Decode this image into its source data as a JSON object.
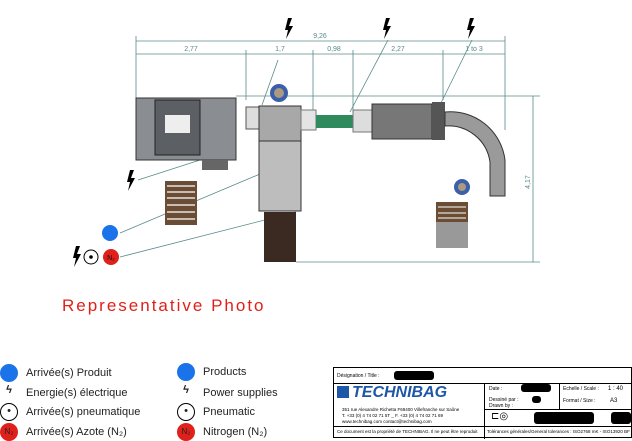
{
  "dimensions": {
    "total": "9,26",
    "d1": "2,77",
    "d2": "1,7",
    "d3": "0,98",
    "d4": "2,27",
    "d5": "1 to 3",
    "height": "4,17"
  },
  "photo_label": "Representative Photo",
  "legend_fr": [
    "Arrivée(s) Produit",
    "Energie(s) électrique",
    "Arrivée(s) pneumatique",
    "Arrivée(s) Azote (N₂)"
  ],
  "legend_en": [
    "Products",
    "Power supplies",
    "Pneumatic",
    "Nitrogen (N₂)"
  ],
  "n2_badge": "N₂",
  "title_block": {
    "designation": "Désignation / Title :",
    "logo": "TECHNIBAG",
    "address": "351 rue Alexandre Richetta   F69400 Villefranche sur Saône",
    "phone": "T. +33 (0) 4 74 02 71 5T _ F. +33 (0) 4 74 02 71 69",
    "web": "www.technibag.com   contact@technibag.com",
    "notice": "Ce document est la propriété de TECHNIBAG. Il ne peut être reproduit",
    "date": "Date :",
    "drawn": "Dessiné par : Drawn by :",
    "scale_label": "Echelle / Scale :",
    "scale": "1 : 40",
    "format_label": "Format / Size :",
    "format": "A3",
    "tolerances": "Tolérances générales/General tolerances : ISO2768 mK - ISO13920 BF"
  },
  "colors": {
    "product": "#1a73e8",
    "nitrogen": "#e0201a",
    "dim": "#5a8a8a"
  }
}
